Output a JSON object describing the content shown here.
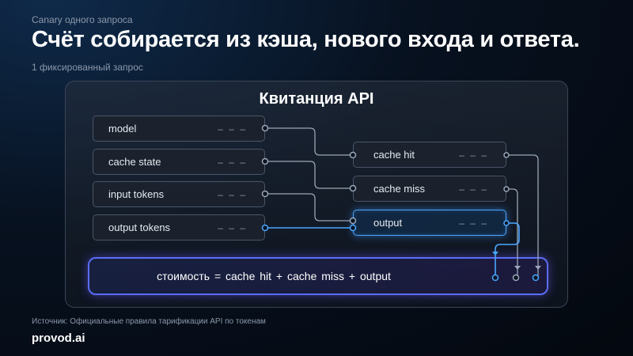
{
  "header": {
    "kicker": "Canary одного запроса",
    "title": "Счёт собирается из кэша, нового входа и ответа.",
    "subtitle": "1 фиксированный запрос"
  },
  "panel": {
    "title": "Квитанция API",
    "placeholder": "– – –",
    "inputs": [
      "model",
      "cache state",
      "input tokens",
      "output tokens"
    ],
    "outputs": [
      "cache hit",
      "cache miss",
      "output"
    ],
    "highlighted_output": "output",
    "formula": "стоимость = cache hit  +  cache miss + output"
  },
  "colors": {
    "wire": "#9aa6b6",
    "highlight": "#4aa6ff",
    "formula_border": "#5a6df5"
  },
  "footer": {
    "source": "Источник: Официальные правила тарификации API по токенам",
    "brand": "provod.ai"
  }
}
